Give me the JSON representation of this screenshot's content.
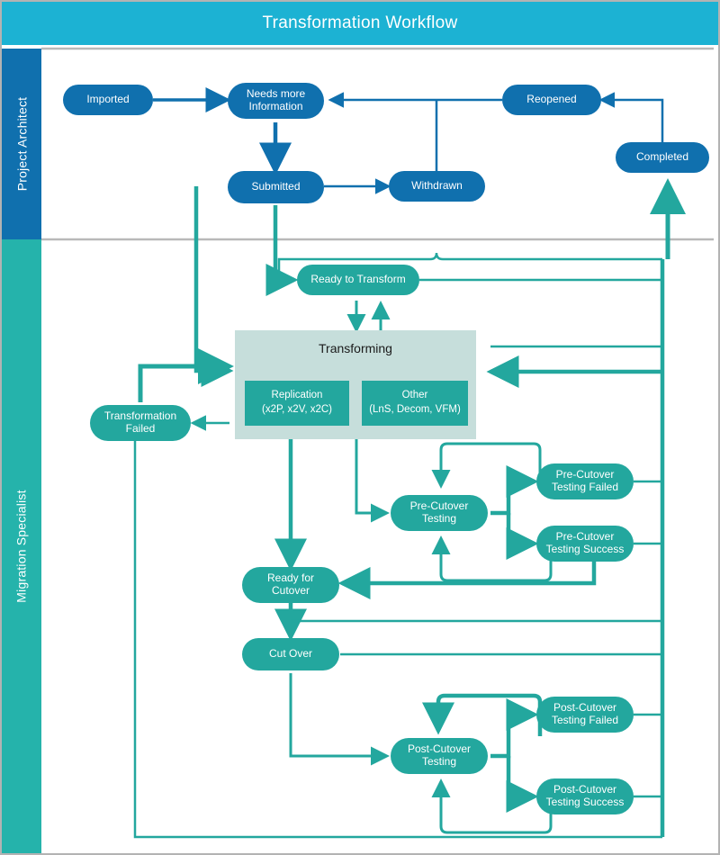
{
  "header": {
    "title": "Transformation Workflow"
  },
  "lanes": [
    {
      "id": "project-architect",
      "label": "Project Architect",
      "color": "#1070ae"
    },
    {
      "id": "migration-specialist",
      "label": "Migration Specialist",
      "color": "#25b3ab"
    }
  ],
  "colors": {
    "header_bar": "#1cb2d3",
    "architect_blue": "#1070ae",
    "specialist_teal": "#23a79e",
    "group_background": "#c6dedb",
    "frame_border": "#b3b3b3"
  },
  "nodes": {
    "imported": {
      "label": "Imported",
      "lane": "project-architect"
    },
    "needs_more_info": {
      "label": "Needs more\nInformation",
      "lane": "project-architect"
    },
    "reopened": {
      "label": "Reopened",
      "lane": "project-architect"
    },
    "completed": {
      "label": "Completed",
      "lane": "project-architect"
    },
    "submitted": {
      "label": "Submitted",
      "lane": "project-architect"
    },
    "withdrawn": {
      "label": "Withdrawn",
      "lane": "project-architect"
    },
    "ready_to_transform": {
      "label": "Ready to Transform",
      "lane": "migration-specialist"
    },
    "transforming": {
      "label": "Transforming",
      "lane": "migration-specialist"
    },
    "replication": {
      "label": "Replication",
      "sublabel": "(x2P, x2V, x2C)",
      "lane": "migration-specialist"
    },
    "other": {
      "label": "Other",
      "sublabel": "(LnS, Decom, VFM)",
      "lane": "migration-specialist"
    },
    "transformation_failed": {
      "label": "Transformation\nFailed",
      "lane": "migration-specialist"
    },
    "pre_cutover_testing": {
      "label": "Pre-Cutover\nTesting",
      "lane": "migration-specialist"
    },
    "pre_cutover_failed": {
      "label": "Pre-Cutover\nTesting Failed",
      "lane": "migration-specialist"
    },
    "pre_cutover_success": {
      "label": "Pre-Cutover\nTesting Success",
      "lane": "migration-specialist"
    },
    "ready_for_cutover": {
      "label": "Ready for\nCutover",
      "lane": "migration-specialist"
    },
    "cut_over": {
      "label": "Cut Over",
      "lane": "migration-specialist"
    },
    "post_cutover_testing": {
      "label": "Post-Cutover\nTesting",
      "lane": "migration-specialist"
    },
    "post_cutover_failed": {
      "label": "Post-Cutover\nTesting Failed",
      "lane": "migration-specialist"
    },
    "post_cutover_success": {
      "label": "Post-Cutover\nTesting Success",
      "lane": "migration-specialist"
    }
  },
  "transitions": [
    {
      "from": "imported",
      "to": "needs_more_info"
    },
    {
      "from": "needs_more_info",
      "to": "submitted"
    },
    {
      "from": "reopened",
      "to": "needs_more_info"
    },
    {
      "from": "completed",
      "to": "reopened"
    },
    {
      "from": "submitted",
      "to": "withdrawn"
    },
    {
      "from": "withdrawn",
      "to": "needs_more_info"
    },
    {
      "from": "submitted",
      "to": "ready_to_transform"
    },
    {
      "from": "ready_to_transform",
      "to": "transforming"
    },
    {
      "from": "transforming",
      "to": "ready_to_transform"
    },
    {
      "from": "transforming",
      "to": "transformation_failed"
    },
    {
      "from": "transformation_failed",
      "to": "transforming"
    },
    {
      "from": "submitted",
      "to": "transforming"
    },
    {
      "from": "transforming",
      "to": "pre_cutover_testing"
    },
    {
      "from": "transforming",
      "to": "ready_for_cutover"
    },
    {
      "from": "pre_cutover_testing",
      "to": "pre_cutover_failed"
    },
    {
      "from": "pre_cutover_testing",
      "to": "pre_cutover_success"
    },
    {
      "from": "pre_cutover_failed",
      "to": "pre_cutover_testing"
    },
    {
      "from": "pre_cutover_failed",
      "to": "transforming"
    },
    {
      "from": "pre_cutover_success",
      "to": "pre_cutover_testing"
    },
    {
      "from": "pre_cutover_success",
      "to": "ready_for_cutover"
    },
    {
      "from": "ready_for_cutover",
      "to": "cut_over"
    },
    {
      "from": "cut_over",
      "to": "post_cutover_testing"
    },
    {
      "from": "post_cutover_testing",
      "to": "post_cutover_failed"
    },
    {
      "from": "post_cutover_testing",
      "to": "post_cutover_success"
    },
    {
      "from": "post_cutover_failed",
      "to": "post_cutover_testing"
    },
    {
      "from": "post_cutover_success",
      "to": "post_cutover_testing"
    },
    {
      "from": "post_cutover_success",
      "to": "completed"
    },
    {
      "from": "ready_for_cutover",
      "to": "completed"
    },
    {
      "from": "cut_over",
      "to": "completed"
    }
  ]
}
